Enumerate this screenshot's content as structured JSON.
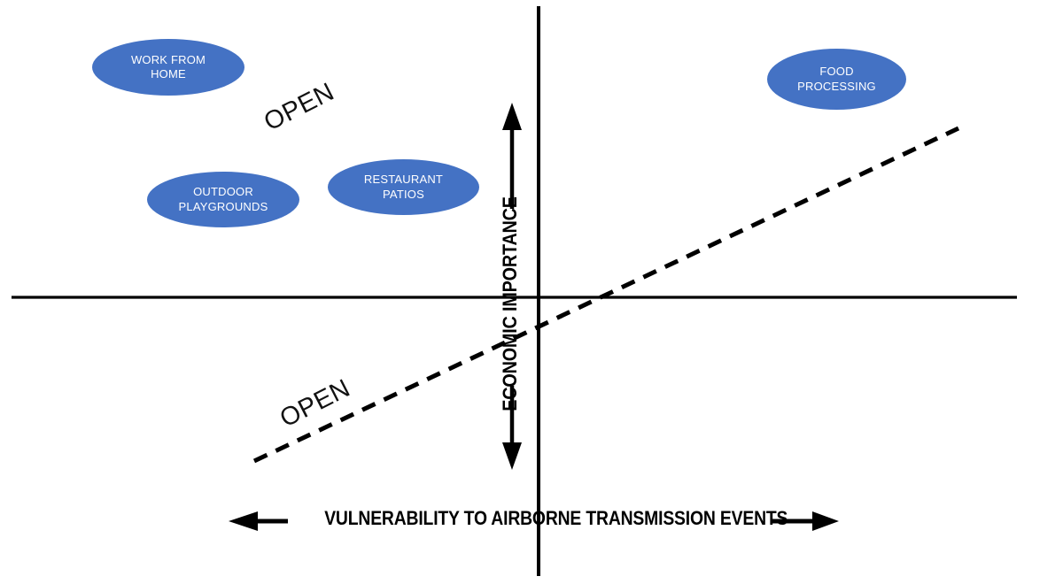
{
  "diagram": {
    "type": "2x2-quadrant-matrix",
    "background_color": "#ffffff",
    "bubble_color": "#4472C4",
    "bubble_text_color": "#ffffff",
    "axis_color": "#000000",
    "axes": {
      "x_label": "VULNERABILITY TO AIRBORNE TRANSMISSION EVENTS",
      "y_label": "ECONOMIC IMPORTANCE",
      "x_arrow_left": "←",
      "x_arrow_right": "→",
      "y_arrow_up": "↑",
      "y_arrow_down": "↓"
    },
    "threshold_line": {
      "style": "dashed",
      "label_upper": "OPEN",
      "label_lower": "OPEN"
    },
    "bubbles": [
      {
        "id": "work-from-home",
        "label": "WORK FROM\nHOME",
        "quadrant": "upper-left"
      },
      {
        "id": "outdoor-playgrounds",
        "label": "OUTDOOR\nPLAYGROUNDS",
        "quadrant": "upper-left"
      },
      {
        "id": "restaurant-patios",
        "label": "RESTAURANT\nPATIOS",
        "quadrant": "upper-left"
      },
      {
        "id": "food-processing",
        "label": "FOOD\nPROCESSING",
        "quadrant": "upper-right"
      }
    ]
  }
}
